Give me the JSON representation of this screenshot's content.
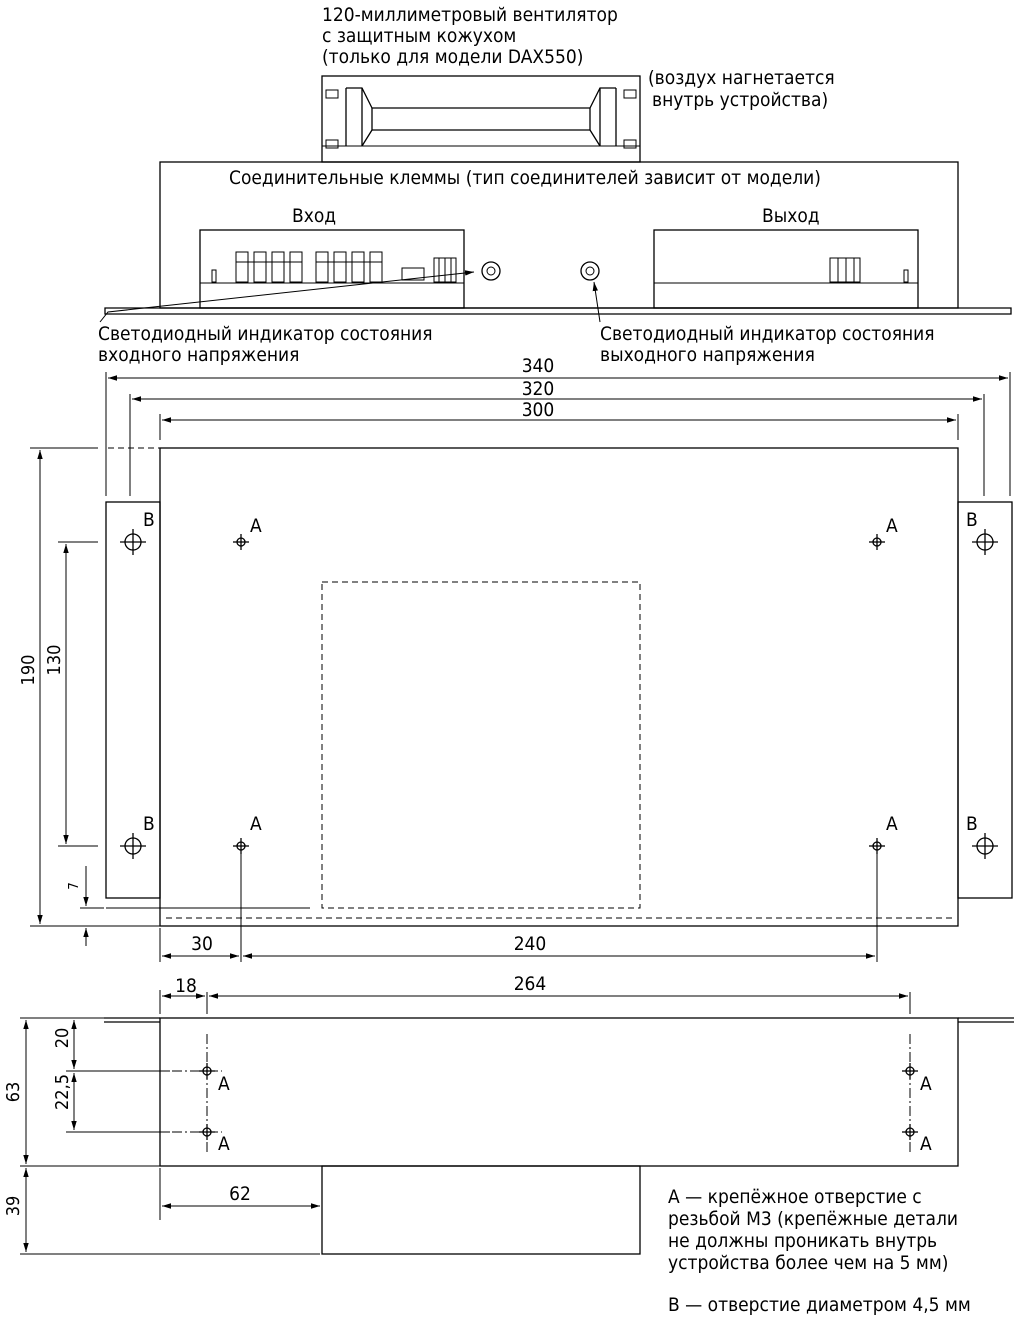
{
  "fan": {
    "line1": "120-миллиметровый вентилятор",
    "line2": "с защитным кожухом",
    "line3": "(только для модели DAX550)"
  },
  "air": {
    "line1": "(воздух нагнетается",
    "line2": "внутрь устройства)"
  },
  "terminals": "Соединительные клеммы (тип соединителей зависит от модели)",
  "input": "Вход",
  "output": "Выход",
  "led_in": {
    "line1": "Светодиодный индикатор состояния",
    "line2": "входного напряжения"
  },
  "led_out": {
    "line1": "Светодиодный индикатор состояния",
    "line2": "выходного напряжения"
  },
  "dims": {
    "d340": "340",
    "d320": "320",
    "d300": "300",
    "d190": "190",
    "d130": "130",
    "d7": "7",
    "d30": "30",
    "d240": "240",
    "d18": "18",
    "d264": "264",
    "d20": "20",
    "d22_5": "22,5",
    "d63": "63",
    "d39": "39",
    "d62": "62"
  },
  "markers": {
    "a": "A",
    "b": "B"
  },
  "notes": {
    "a1": "А — крепёжное отверстие с",
    "a2": "резьбой М3 (крепёжные детали",
    "a3": "не должны проникать внутрь",
    "a4": "устройства более чем на 5 мм)",
    "b": "В — отверстие диаметром 4,5 мм"
  }
}
